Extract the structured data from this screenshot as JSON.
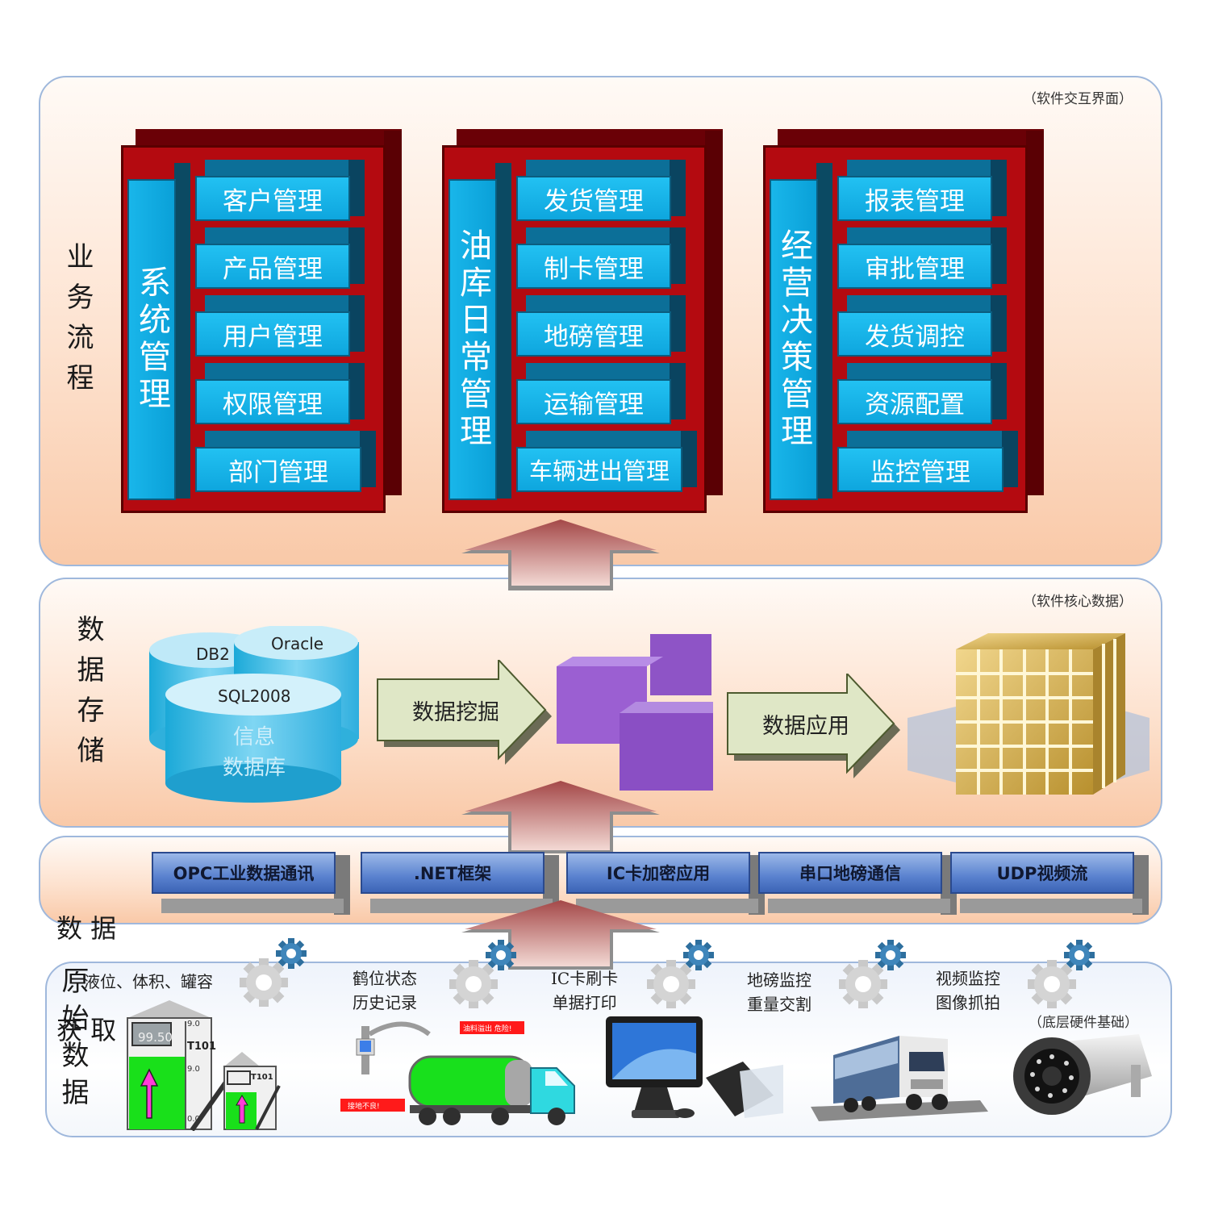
{
  "layers": {
    "business": {
      "label": "业务流程",
      "tag": "（软件交互界面）"
    },
    "storage": {
      "label": "数据存储",
      "tag": "（软件核心数据）"
    },
    "acquisition": {
      "label_line1": "数 据",
      "label_line2": "获 取"
    },
    "raw": {
      "label": "原始数据",
      "tag": "（底层硬件基础）"
    }
  },
  "modules": [
    {
      "title": "系统管理",
      "items": [
        "客户管理",
        "产品管理",
        "用户管理",
        "权限管理",
        "部门管理"
      ]
    },
    {
      "title": "油库日常管理",
      "items": [
        "发货管理",
        "制卡管理",
        "地磅管理",
        "运输管理",
        "车辆进出管理"
      ]
    },
    {
      "title": "经营决策管理",
      "items": [
        "报表管理",
        "审批管理",
        "发货调控",
        "资源配置",
        "监控管理"
      ]
    }
  ],
  "storage": {
    "db_labels": [
      "DB2",
      "Oracle",
      "SQL2008"
    ],
    "db_name_line1": "信息",
    "db_name_line2": "数据库",
    "arrow1": "数据挖掘",
    "arrow2": "数据应用"
  },
  "acquisition_items": [
    "OPC工业数据通讯",
    ".NET框架",
    "IC卡加密应用",
    "串口地磅通信",
    "UDP视频流"
  ],
  "raw_items": [
    {
      "line1": "液位、体积、罐容",
      "line2": ""
    },
    {
      "line1": "鹤位状态",
      "line2": "历史记录"
    },
    {
      "line1": "IC卡刷卡",
      "line2": "单据打印"
    },
    {
      "line1": "地磅监控",
      "line2": "重量交割"
    },
    {
      "line1": "视频监控",
      "line2": "图像抓拍"
    }
  ],
  "tank_texts": {
    "display": "99.50",
    "tank1": "T101",
    "tank2": "T101",
    "scale_top": "9.0",
    "scale_mid": "9.0",
    "scale_bot": "0.0"
  },
  "truck_texts": {
    "label1": "油料溢出  危险!",
    "label2": "接地不良!"
  },
  "colors": {
    "module_red": "#b40a10",
    "module_blue": "#12b0e6",
    "acq_blue": "#5a82cf",
    "arrow_green": "#dfe7c6",
    "cube_purple": "#8e54c6",
    "cube_gold": "#d8b24a"
  }
}
